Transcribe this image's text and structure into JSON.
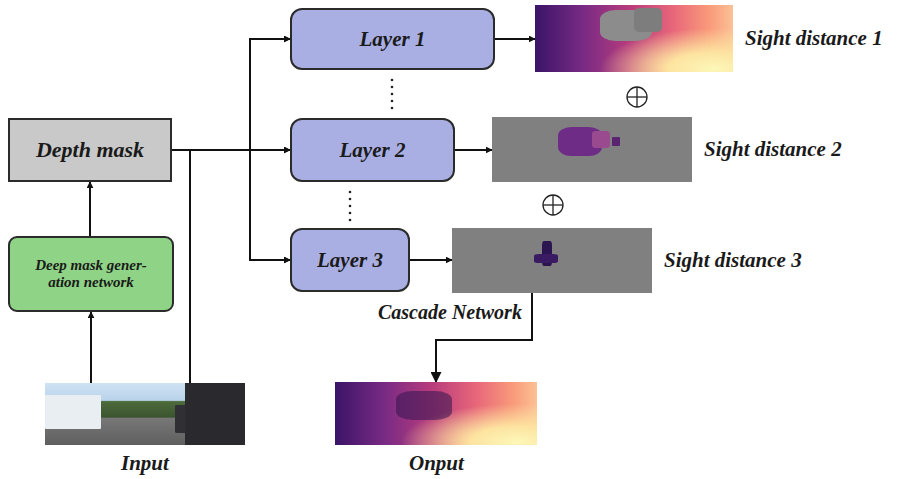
{
  "diagram": {
    "nodes": [
      {
        "text": [
          "Depth mask"
        ]
      },
      {
        "text": [
          "Deep mask gener- ation network"
        ]
      },
      {
        "text": [
          "Input"
        ]
      },
      {
        "text": [
          "Layer 1"
        ]
      },
      {
        "text": [
          "Layer 2"
        ]
      },
      {
        "text": [
          "Layer 3"
        ]
      },
      {
        "text": [
          "Sight distance 1"
        ]
      },
      {
        "text": [
          "Sight distance 2"
        ]
      },
      {
        "text": [
          "Sight distance 3"
        ]
      },
      {
        "text": [
          "Onput"
        ]
      }
    ],
    "edges": [
      {
        "from": 2,
        "to": 1,
        "arrow": "to"
      },
      {
        "from": 1,
        "to": 0,
        "arrow": "to"
      },
      {
        "from": 0,
        "to": 3,
        "arrow": "to"
      },
      {
        "from": 0,
        "to": 4,
        "arrow": "to"
      },
      {
        "from": 0,
        "to": 5,
        "arrow": "to"
      },
      {
        "from": 2,
        "to": 3,
        "arrow": "to"
      },
      {
        "from": 2,
        "to": 4,
        "arrow": "to"
      },
      {
        "from": 2,
        "to": 5,
        "arrow": "to"
      },
      {
        "from": 3,
        "to": 6,
        "arrow": "to"
      },
      {
        "from": 4,
        "to": 7,
        "arrow": "to"
      },
      {
        "from": 5,
        "to": 8,
        "arrow": "to"
      },
      {
        "from": 8,
        "to": 9,
        "label": "Cascade Network",
        "arrow": "to"
      }
    ]
  }
}
